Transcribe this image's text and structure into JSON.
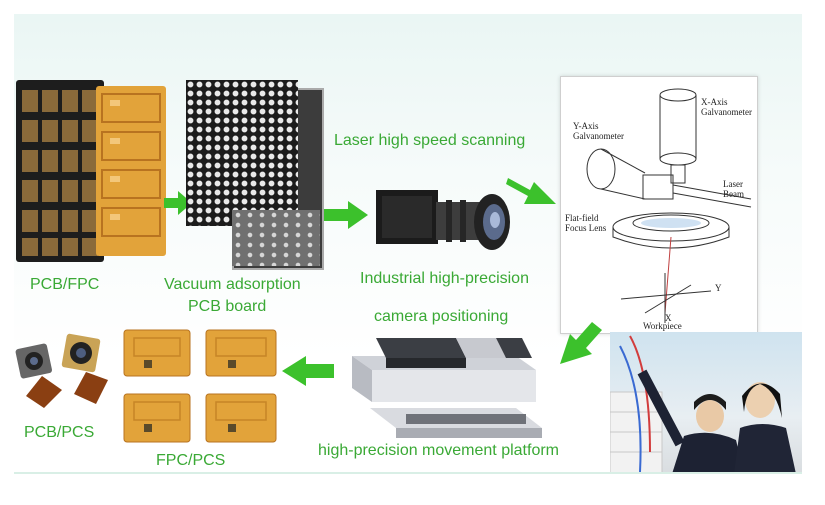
{
  "labels": {
    "pcb_fpc_top": "PCB/FPC",
    "vacuum_line1": "Vacuum adsorption",
    "vacuum_line2": "PCB board",
    "laser": "Laser high speed scanning",
    "camera_line1": "Industrial high-precision",
    "camera_line2": "camera positioning",
    "pcb_pcs": "PCB/PCS",
    "fpc_pcs": "FPC/PCS",
    "platform": "high-precision movement platform"
  },
  "diagram": {
    "x_axis_line1": "X-Axis",
    "x_axis_line2": "Galvanometer",
    "y_axis_line1": "Y-Axis",
    "y_axis_line2": "Galvanometer",
    "laser_line1": "Laser",
    "laser_line2": "Beam",
    "flat_line1": "Flat-field",
    "flat_line2": "Focus Lens",
    "workpiece": "Workpiece",
    "y_label": "Y",
    "x_label": "X"
  },
  "colors": {
    "accent": "#3aa935",
    "arrow": "#3cc12c",
    "fpc": "#e2a33a"
  },
  "icons": [
    "arrow-right",
    "arrow-down-right",
    "arrow-down-left",
    "arrow-left"
  ]
}
